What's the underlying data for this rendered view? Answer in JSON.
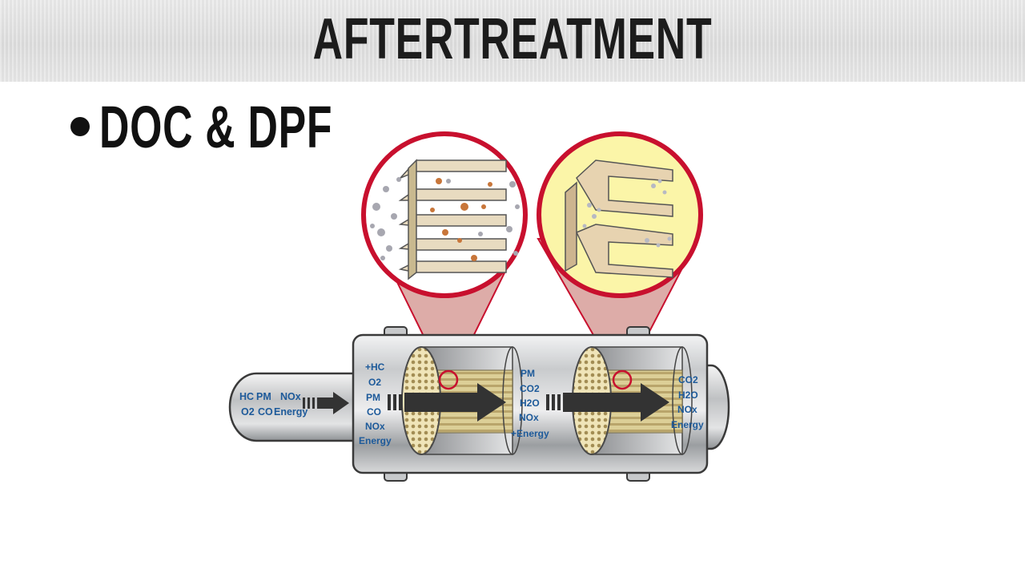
{
  "header": {
    "title": "AFTERTREATMENT"
  },
  "bullet": {
    "text": "DOC & DPF"
  },
  "labels": {
    "inlet": {
      "r1": [
        "HC",
        "PM",
        "NOx"
      ],
      "r2": [
        "O2",
        "CO",
        "Energy"
      ]
    },
    "after_doc_in": [
      "+HC",
      "O2",
      "PM",
      "CO",
      "NOx",
      "Energy"
    ],
    "mid": [
      "PM",
      "CO2",
      "H2O",
      "NOx",
      "+Energy"
    ],
    "outlet": [
      "CO2",
      "H2O",
      "NOx",
      "Energy"
    ]
  },
  "colors": {
    "label_blue": "#1d5a9a",
    "magnifier_red": "#c8102e",
    "doc_zoom_bg": "#ffffff",
    "dpf_zoom_bg": "#fbf5a8",
    "housing_gray": "#c4c6c8"
  }
}
